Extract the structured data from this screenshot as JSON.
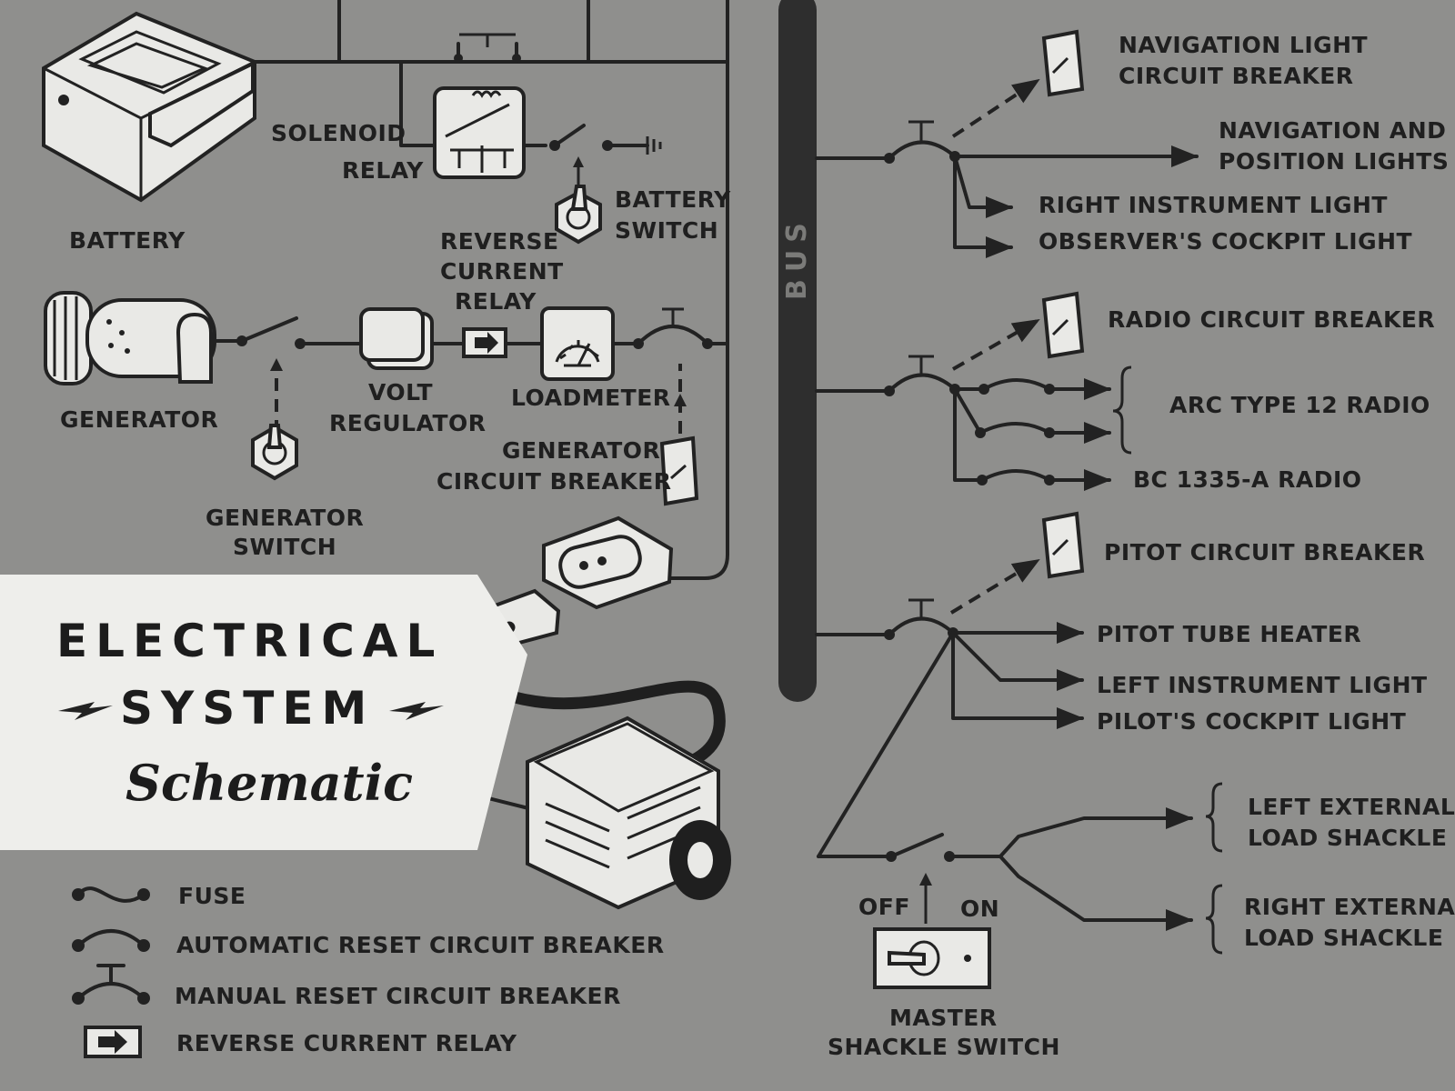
{
  "title": {
    "line1": "ELECTRICAL",
    "line2": "SYSTEM",
    "line3": "Schematic"
  },
  "bus_label": "BUS",
  "components": {
    "battery": "BATTERY",
    "solenoid": "SOLENOID",
    "relay": "RELAY",
    "battery_switch_1": "BATTERY",
    "battery_switch_2": "SWITCH",
    "reverse_1": "REVERSE",
    "reverse_2": "CURRENT",
    "reverse_3": "RELAY",
    "generator": "GENERATOR",
    "volt_1": "VOLT",
    "volt_2": "REGULATOR",
    "loadmeter": "LOADMETER",
    "gen_cb_1": "GENERATOR",
    "gen_cb_2": "CIRCUIT BREAKER",
    "gen_switch_1": "GENERATOR",
    "gen_switch_2": "SWITCH"
  },
  "circuits": {
    "nav_cb_1": "NAVIGATION LIGHT",
    "nav_cb_2": "CIRCUIT BREAKER",
    "nav_lights_1": "NAVIGATION AND",
    "nav_lights_2": "POSITION LIGHTS",
    "right_instr": "RIGHT INSTRUMENT LIGHT",
    "observer": "OBSERVER'S COCKPIT LIGHT",
    "radio_cb": "RADIO CIRCUIT BREAKER",
    "arc_radio": "ARC TYPE 12 RADIO",
    "bc_radio": "BC 1335-A RADIO",
    "pitot_cb": "PITOT CIRCUIT BREAKER",
    "pitot_heater": "PITOT TUBE HEATER",
    "left_instr": "LEFT INSTRUMENT LIGHT",
    "pilot_cockpit": "PILOT'S COCKPIT LIGHT",
    "left_shackle_1": "LEFT EXTERNAL",
    "left_shackle_2": "LOAD SHACKLE",
    "right_shackle_1": "RIGHT EXTERNAL",
    "right_shackle_2": "LOAD SHACKLE",
    "off": "OFF",
    "on": "ON",
    "master_1": "MASTER",
    "master_2": "SHACKLE SWITCH"
  },
  "legend": {
    "fuse": "FUSE",
    "auto_cb": "AUTOMATIC RESET CIRCUIT BREAKER",
    "manual_cb": "MANUAL RESET CIRCUIT BREAKER",
    "rcr": "REVERSE CURRENT RELAY"
  }
}
